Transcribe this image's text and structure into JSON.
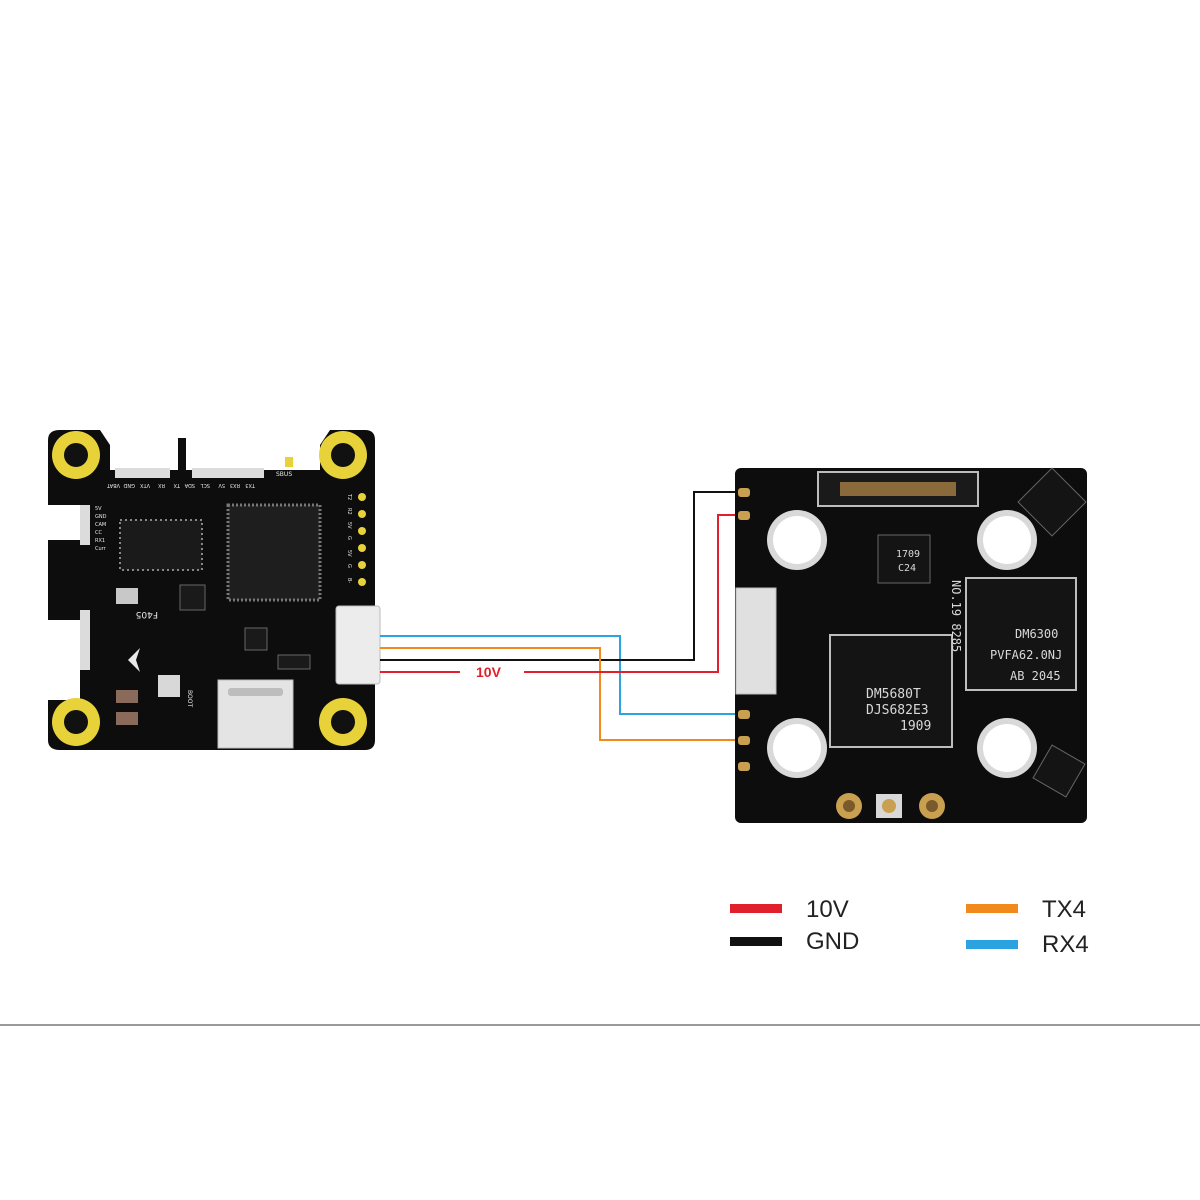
{
  "fc_board": {
    "model_label": "F405",
    "boot_label": "BOOT",
    "side_labels_top": [
      "VBAT",
      "GND",
      "VTX",
      "RX",
      "TX",
      "SDA",
      "SCL",
      "5V",
      "RX3",
      "TX3"
    ],
    "side_labels_right": [
      "T2",
      "R2",
      "5V",
      "G",
      "5V",
      "G",
      "B-"
    ],
    "side_labels_left": [
      "5V",
      "GND",
      "CAM",
      "CC"
    ],
    "side_labels_left2": [
      "RX1",
      "Curr"
    ],
    "top_right_label": "SBUS"
  },
  "vtx_board": {
    "chip_main": [
      "DM5680T",
      "DJS682E3",
      "1909"
    ],
    "chip_right": [
      "DM6300",
      "PVFA62.0NJ",
      "AB 2045"
    ],
    "chip_small": [
      "1709",
      "C24"
    ],
    "serial_label": "NO.19 8285"
  },
  "wire_label": "10V",
  "legend": [
    {
      "label": "10V",
      "color": "#e0202a"
    },
    {
      "label": "GND",
      "color": "#111111"
    },
    {
      "label": "TX4",
      "color": "#f08a1c"
    },
    {
      "label": "RX4",
      "color": "#2aa3e0"
    }
  ],
  "colors": {
    "board": "#0d0d0d",
    "pad_gold": "#e8d23a",
    "wire_red": "#e0202a",
    "wire_black": "#111111",
    "wire_orange": "#f08a1c",
    "wire_blue": "#2aa3e0",
    "separator": "#9a9a9a"
  }
}
